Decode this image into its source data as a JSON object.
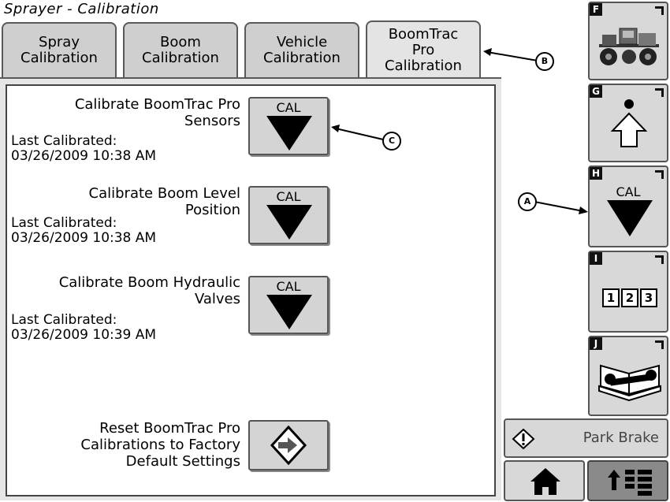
{
  "header": {
    "title": "Sprayer - Calibration"
  },
  "tabs": [
    {
      "label": "Spray\nCalibration"
    },
    {
      "label": "Boom\nCalibration"
    },
    {
      "label": "Vehicle\nCalibration"
    },
    {
      "label": "BoomTrac\nPro\nCalibration",
      "active": true
    }
  ],
  "rows": [
    {
      "label": "Calibrate BoomTrac Pro\nSensors",
      "last_calibrated_label": "Last Calibrated:",
      "last_calibrated_value": "03/26/2009  10:38 AM",
      "button_text": "CAL"
    },
    {
      "label": "Calibrate Boom Level\nPosition",
      "last_calibrated_label": "Last Calibrated:",
      "last_calibrated_value": "03/26/2009  10:38 AM",
      "button_text": "CAL"
    },
    {
      "label": "Calibrate Boom Hydraulic\nValves",
      "last_calibrated_label": "Last Calibrated:",
      "last_calibrated_value": "03/26/2009  10:39 AM",
      "button_text": "CAL"
    }
  ],
  "reset": {
    "label": "Reset BoomTrac Pro\nCalibrations to Factory\nDefault Settings",
    "icon": "enter-diamond-icon"
  },
  "side_buttons": [
    {
      "letter": "F",
      "icon": "sprayer-vehicle-icon"
    },
    {
      "letter": "G",
      "icon": "shift-up-dot-icon"
    },
    {
      "letter": "H",
      "icon": "cal-arrow-icon",
      "text": "CAL"
    },
    {
      "letter": "I",
      "icon": "number-entry-icon",
      "digits": [
        "1",
        "2",
        "3"
      ]
    },
    {
      "letter": "J",
      "icon": "book-wrench-icon"
    }
  ],
  "callouts": [
    "A",
    "B",
    "C"
  ],
  "park_brake": {
    "label": "Park Brake",
    "icon": "warning-diamond-icon"
  },
  "bottom_nav": {
    "home_icon": "home-icon",
    "menu_icon": "menu-up-icon"
  },
  "colors": {
    "button_face": "#d4d4d4",
    "panel": "#e6e6e6",
    "menu_button": "#8a8a8a"
  }
}
